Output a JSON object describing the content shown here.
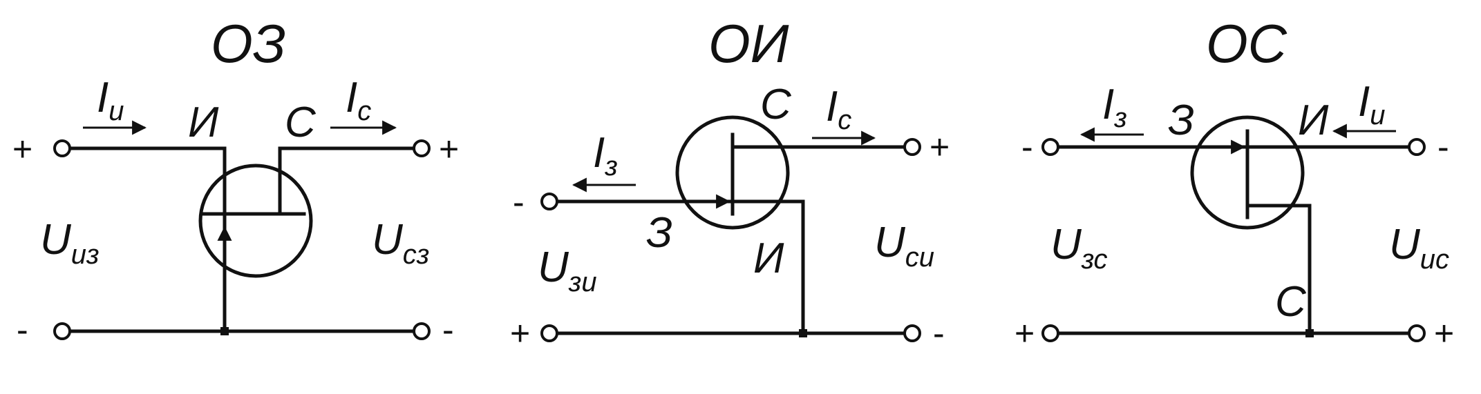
{
  "circuits": {
    "cg": {
      "title": "ОЗ",
      "current_in": {
        "main": "I",
        "sub": "и"
      },
      "current_out": {
        "main": "I",
        "sub": "с"
      },
      "node_source": "И",
      "node_drain": "С",
      "voltage_in": {
        "main": "U",
        "sub": "из"
      },
      "voltage_out": {
        "main": "U",
        "sub": "сз"
      },
      "sign_in_top": "+",
      "sign_in_bottom": "-",
      "sign_out_top": "+",
      "sign_out_bottom": "-"
    },
    "cs": {
      "title": "ОИ",
      "current_in": {
        "main": "I",
        "sub": "з"
      },
      "current_out": {
        "main": "I",
        "sub": "с"
      },
      "node_gate": "З",
      "node_drain": "С",
      "node_source": "И",
      "voltage_in": {
        "main": "U",
        "sub": "зи"
      },
      "voltage_out": {
        "main": "U",
        "sub": "си"
      },
      "sign_in_top": "-",
      "sign_in_bottom": "+",
      "sign_out_top": "+",
      "sign_out_bottom": "-"
    },
    "cd": {
      "title": "ОС",
      "current_in": {
        "main": "I",
        "sub": "з"
      },
      "current_out": {
        "main": "I",
        "sub": "и"
      },
      "node_gate": "З",
      "node_source": "И",
      "node_drain": "С",
      "voltage_in": {
        "main": "U",
        "sub": "зс"
      },
      "voltage_out": {
        "main": "U",
        "sub": "ис"
      },
      "sign_in_top": "-",
      "sign_in_bottom": "+",
      "sign_out_top": "-",
      "sign_out_bottom": "+"
    }
  }
}
